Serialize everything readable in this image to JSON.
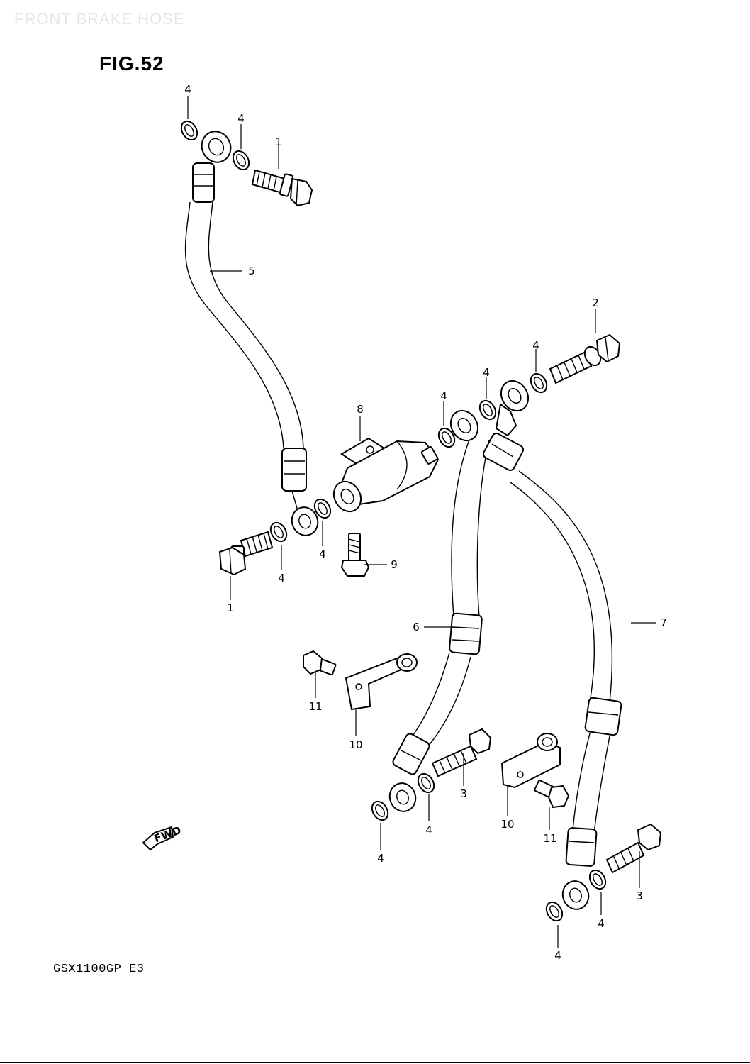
{
  "watermark": "FRONT BRAKE HOSE",
  "figure_label": "FIG.52",
  "model_code": "GSX1100GP E3",
  "fwd_label": "FWD",
  "callouts": {
    "c1": "4",
    "c2": "4",
    "c3": "1",
    "c4": "5",
    "c5": "2",
    "c6": "4",
    "c7": "4",
    "c8": "4",
    "c9": "8",
    "c10": "4",
    "c11": "4",
    "c12": "9",
    "c13": "1",
    "c14": "6",
    "c15": "7",
    "c16": "11",
    "c17": "10",
    "c18": "3",
    "c19": "4",
    "c20": "4",
    "c21": "10",
    "c22": "11",
    "c23": "3",
    "c24": "4",
    "c25": "4"
  }
}
